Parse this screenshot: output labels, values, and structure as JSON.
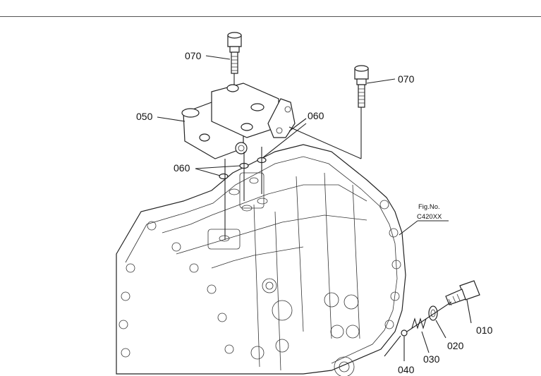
{
  "callouts": [
    {
      "id": "label-070-top",
      "text": "070"
    },
    {
      "id": "label-070-right",
      "text": "070"
    },
    {
      "id": "label-050",
      "text": "050"
    },
    {
      "id": "label-060-right",
      "text": "060"
    },
    {
      "id": "label-060-left",
      "text": "060"
    },
    {
      "id": "label-010",
      "text": "010"
    },
    {
      "id": "label-020",
      "text": "020"
    },
    {
      "id": "label-030",
      "text": "030"
    },
    {
      "id": "label-040",
      "text": "040"
    }
  ],
  "figure": {
    "line1": "Fig.No.",
    "line2": "C420XX"
  }
}
